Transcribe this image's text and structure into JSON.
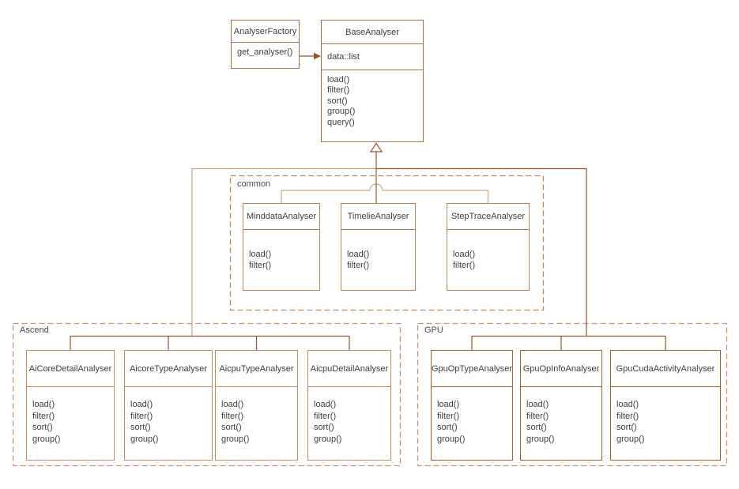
{
  "diagram_type": "uml-class-diagram",
  "colors": {
    "background": "#ffffff",
    "connector_dark": "#96522a",
    "connector_light": "#d1a385",
    "box_border_top": "#b26b3f",
    "box_border_common": "#bf8257",
    "box_border_ascend": "#c68a5e",
    "box_border_gpu": "#a3602f",
    "group_dash_common": "#b98a62",
    "group_dash_ascend_gpu": "#cd9271",
    "text": "#3e3e3e"
  },
  "groups": [
    {
      "label": "common"
    },
    {
      "label": "Ascend"
    },
    {
      "label": "GPU"
    }
  ],
  "classes": [
    {
      "name": "AnalyserFactory",
      "attributes": [],
      "methods": [
        "get_analyser()"
      ]
    },
    {
      "name": "BaseAnalyser",
      "attributes": [
        "data::list"
      ],
      "methods": [
        "load()",
        "filter()",
        "sort()",
        "group()",
        "query()"
      ]
    },
    {
      "name": "MinddataAnalyser",
      "attributes": [],
      "methods": [
        "load()",
        "filter()"
      ]
    },
    {
      "name": "TimelieAnalyser",
      "attributes": [],
      "methods": [
        "load()",
        "filter()"
      ]
    },
    {
      "name": "StepTraceAnalyser",
      "attributes": [],
      "methods": [
        "load()",
        "filter()"
      ]
    },
    {
      "name": "AiCoreDetailAnalyser",
      "attributes": [],
      "methods": [
        "load()",
        "filter()",
        "sort()",
        "group()"
      ]
    },
    {
      "name": "AicoreTypeAnalyser",
      "attributes": [],
      "methods": [
        "load()",
        "filter()",
        "sort()",
        "group()"
      ]
    },
    {
      "name": "AicpuTypeAnalyser",
      "attributes": [],
      "methods": [
        "load()",
        "filter()",
        "sort()",
        "group()"
      ]
    },
    {
      "name": "AicpuDetailAnalyser",
      "attributes": [],
      "methods": [
        "load()",
        "filter()",
        "sort()",
        "group()"
      ]
    },
    {
      "name": "GpuOpTypeAnalyser",
      "attributes": [],
      "methods": [
        "load()",
        "filter()",
        "sort()",
        "group()"
      ]
    },
    {
      "name": "GpuOpInfoAnalyser",
      "attributes": [],
      "methods": [
        "load()",
        "filter()",
        "sort()",
        "group()"
      ]
    },
    {
      "name": "GpuCudaActivityAnalyser",
      "attributes": [],
      "methods": [
        "load()",
        "filter()",
        "sort()",
        "group()"
      ]
    }
  ],
  "relations": [
    {
      "type": "directed-association",
      "from": "AnalyserFactory",
      "to": "BaseAnalyser"
    },
    {
      "type": "inheritance",
      "parent": "BaseAnalyser",
      "children": [
        "MinddataAnalyser",
        "TimelieAnalyser",
        "StepTraceAnalyser",
        "AiCoreDetailAnalyser",
        "AicoreTypeAnalyser",
        "AicpuTypeAnalyser",
        "AicpuDetailAnalyser",
        "GpuOpTypeAnalyser",
        "GpuOpInfoAnalyser",
        "GpuCudaActivityAnalyser"
      ]
    }
  ]
}
